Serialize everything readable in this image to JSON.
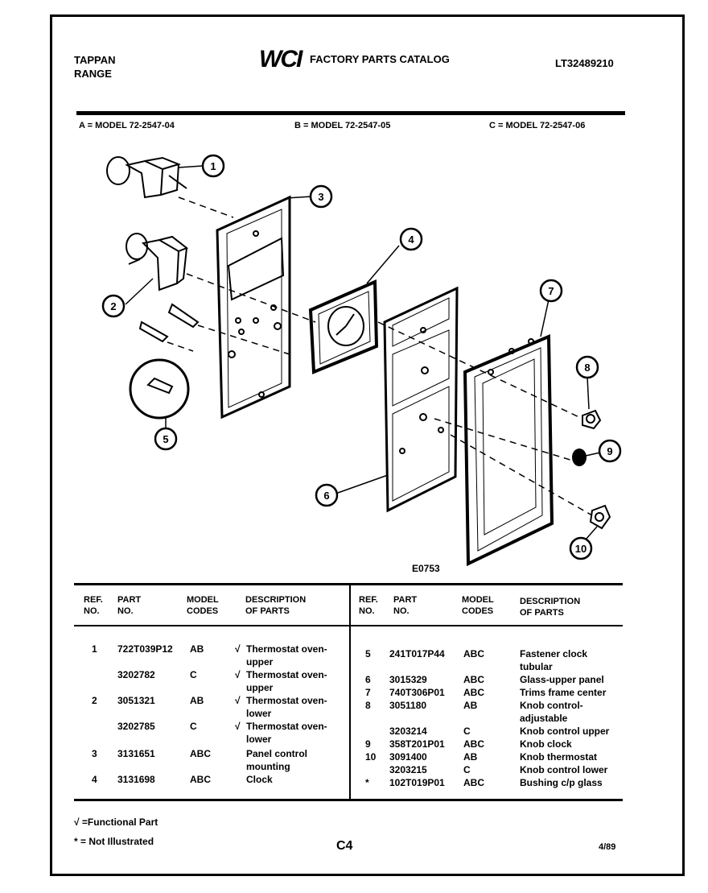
{
  "header": {
    "brand_line1": "TAPPAN",
    "brand_line2": "RANGE",
    "logo": "WCI",
    "catalog_title": "FACTORY PARTS CATALOG",
    "catalog_number": "LT32489210",
    "model_a": "A = MODEL 72-2547-04",
    "model_b": "B = MODEL 72-2547-05",
    "model_c": "C = MODEL 72-2547-06"
  },
  "diagram": {
    "code": "E0753",
    "callouts": [
      "1",
      "2",
      "3",
      "4",
      "5",
      "6",
      "7",
      "8",
      "9",
      "10"
    ]
  },
  "table": {
    "headers": {
      "ref": [
        "REF.",
        "NO."
      ],
      "part": [
        "PART",
        "NO."
      ],
      "model": [
        "MODEL",
        "CODES"
      ],
      "desc": [
        "DESCRIPTION",
        "OF PARTS"
      ]
    },
    "left_rows": [
      {
        "ref": "1",
        "part": "722T039P12",
        "codes": "AB",
        "mark": "√",
        "desc": [
          "Thermostat oven-",
          "upper"
        ]
      },
      {
        "ref": "",
        "part": "3202782",
        "codes": "C",
        "mark": "√",
        "desc": [
          "Thermostat oven-",
          "upper"
        ]
      },
      {
        "ref": "2",
        "part": "3051321",
        "codes": "AB",
        "mark": "√",
        "desc": [
          "Thermostat oven-",
          "lower"
        ]
      },
      {
        "ref": "",
        "part": "3202785",
        "codes": "C",
        "mark": "√",
        "desc": [
          "Thermostat oven-",
          "lower"
        ]
      },
      {
        "ref": "3",
        "part": "3131651",
        "codes": "ABC",
        "mark": "",
        "desc": [
          "Panel control",
          "mounting"
        ]
      },
      {
        "ref": "4",
        "part": "3131698",
        "codes": "ABC",
        "mark": "",
        "desc": [
          "Clock"
        ]
      }
    ],
    "right_rows": [
      {
        "ref": "5",
        "part": "241T017P44",
        "codes": "ABC",
        "desc": [
          "Fastener clock",
          "tubular"
        ]
      },
      {
        "ref": "6",
        "part": "3015329",
        "codes": "ABC",
        "desc": [
          "Glass-upper panel"
        ]
      },
      {
        "ref": "7",
        "part": "740T306P01",
        "codes": "ABC",
        "desc": [
          "Trims frame center"
        ]
      },
      {
        "ref": "8",
        "part": "3051180",
        "codes": "AB",
        "desc": [
          "Knob control-",
          "adjustable"
        ]
      },
      {
        "ref": "",
        "part": "3203214",
        "codes": "C",
        "desc": [
          "Knob control upper"
        ]
      },
      {
        "ref": "9",
        "part": "358T201P01",
        "codes": "ABC",
        "desc": [
          "Knob clock"
        ]
      },
      {
        "ref": "10",
        "part": "3091400",
        "codes": "AB",
        "desc": [
          "Knob thermostat"
        ]
      },
      {
        "ref": "",
        "part": "3203215",
        "codes": "C",
        "desc": [
          "Knob control lower"
        ]
      },
      {
        "ref": "*",
        "part": "102T019P01",
        "codes": "ABC",
        "desc": [
          "Bushing c/p glass"
        ]
      }
    ]
  },
  "footer": {
    "legend_functional": "√ =Functional Part",
    "legend_not_illustrated": "* = Not Illustrated",
    "page": "C4",
    "date": "4/89"
  }
}
